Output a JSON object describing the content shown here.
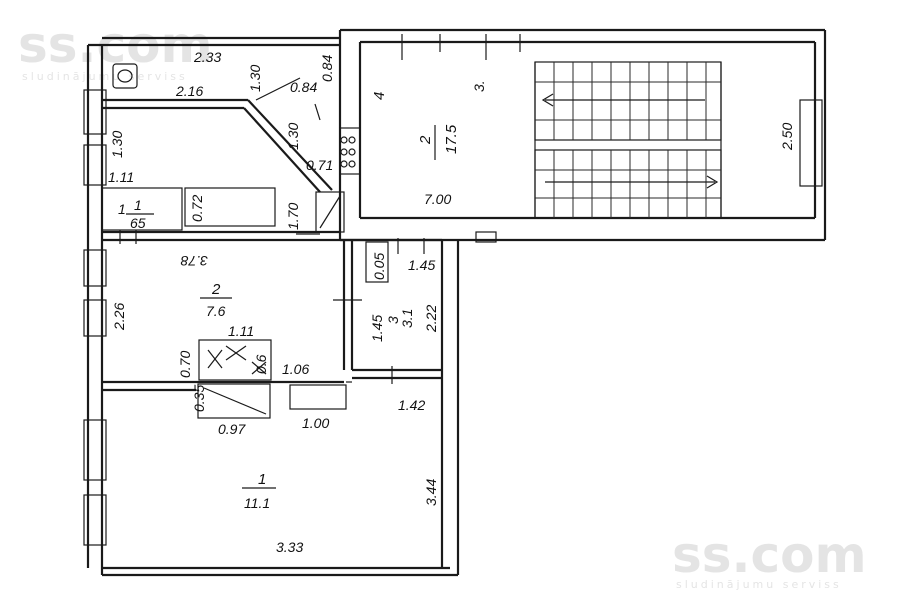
{
  "watermark": {
    "brand": "ss.com",
    "tagline": "sludinājumu serviss"
  },
  "rooms": {
    "room1": {
      "number": "1",
      "area": "11.1"
    },
    "room2": {
      "number": "2",
      "area": "7.6"
    },
    "room3": {
      "number": "3",
      "area": "3.1"
    },
    "room4": {
      "number": "1",
      "area": "65"
    },
    "stair": {
      "number": "2",
      "area": "17.5"
    }
  },
  "markers": {
    "four": "4",
    "three": "3."
  },
  "dimensions": {
    "d233": "2.33",
    "d084": "0.84",
    "d130a": "1.30",
    "d216": "2.16",
    "d084b": "0.84",
    "d130b": "1.30",
    "d130c": "1.30",
    "d071": "0.71",
    "d111a": "1.11",
    "d072": "0.72",
    "d170": "1.70",
    "d1": "1",
    "d378": "3.78",
    "d005": "0.05",
    "d145a": "1.45",
    "d226": "2.26",
    "d145b": "1.45",
    "d222": "2.22",
    "d111b": "1.11",
    "d070": "0.70",
    "d06": "0.6",
    "d106": "1.06",
    "d035": "0.35",
    "d097": "0.97",
    "d100": "1.00",
    "d142": "1.42",
    "d344": "3.44",
    "d333": "3.33",
    "d700": "7.00",
    "d250": "2.50"
  }
}
